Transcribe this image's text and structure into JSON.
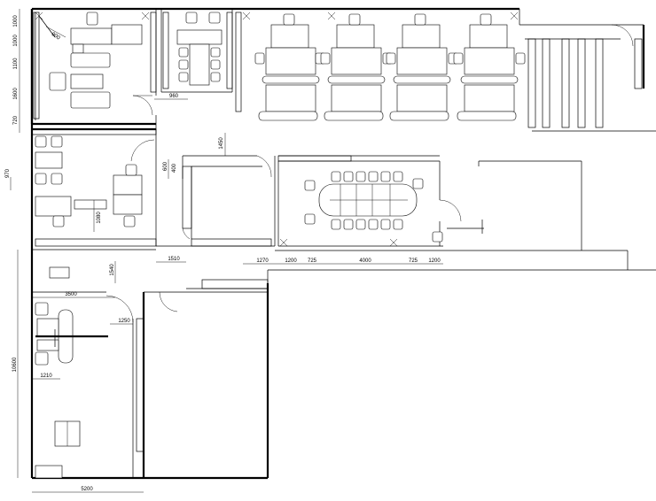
{
  "dimensions": {
    "left_1000_top": "1000",
    "left_1000_b": "1000",
    "left_1100": "1100",
    "left_1600": "1600",
    "left_720": "720",
    "left_970": "970",
    "diag_900": "900",
    "corridor_960": "960",
    "v_1450": "1450",
    "v_600": "600",
    "v_400": "400",
    "desk_1080": "1080",
    "h_1510": "1510",
    "v_1540": "1540",
    "h_1270": "1270",
    "conf_1200a": "1200",
    "conf_725a": "725",
    "conf_4000": "4000",
    "conf_725b": "725",
    "conf_1200b": "1200",
    "h_3500": "3500",
    "h_1250": "1250",
    "h_1210": "1210",
    "v_10600": "10600",
    "h_5200": "5200"
  },
  "colors": {
    "line": "#000000",
    "paper": "#ffffff"
  }
}
